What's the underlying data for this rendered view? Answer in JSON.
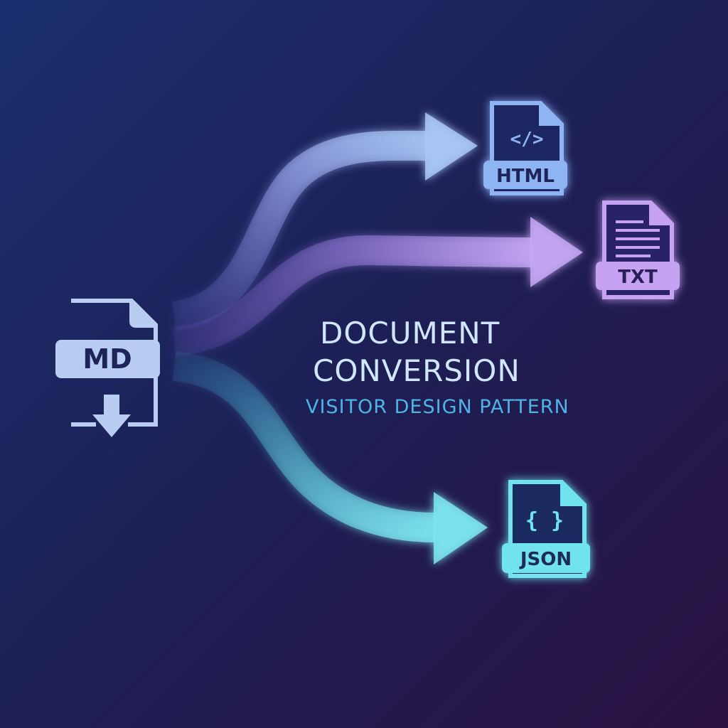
{
  "title": {
    "line1": "DOCUMENT",
    "line2": "CONVERSION",
    "subtitle": "VISITOR DESIGN PATTERN"
  },
  "source": {
    "label": "MD",
    "icon": "download-arrow-icon"
  },
  "targets": [
    {
      "label": "HTML",
      "glyph": "</>",
      "color": "#8fb4f4"
    },
    {
      "label": "TXT",
      "glyph": "",
      "color": "#c5a2f2"
    },
    {
      "label": "JSON",
      "glyph": "{ }",
      "color": "#6fe3ee"
    }
  ],
  "colors": {
    "bg_top": "#1b2c6c",
    "bg_bottom": "#2a1242",
    "md": "#b9cdf2"
  }
}
